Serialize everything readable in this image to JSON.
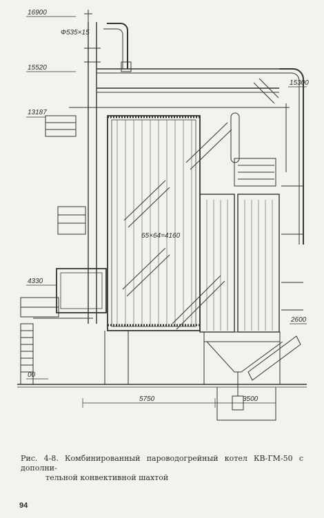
{
  "figure": {
    "elevation_marks": [
      "16900",
      "15520",
      "13187",
      "4330",
      "00",
      "15300",
      "2600"
    ],
    "dimensions": {
      "pipe": "Ф535×15",
      "tubes": "65×64=4160",
      "width_main": "5750",
      "width_shaft": "3500"
    }
  },
  "caption": {
    "line1": "Рис. 4-8. Комбинированный пароводогрейный котел КВ-ГМ-50 с дополни-",
    "line2": "тельной конвективной шахтой"
  },
  "page_number": "94"
}
